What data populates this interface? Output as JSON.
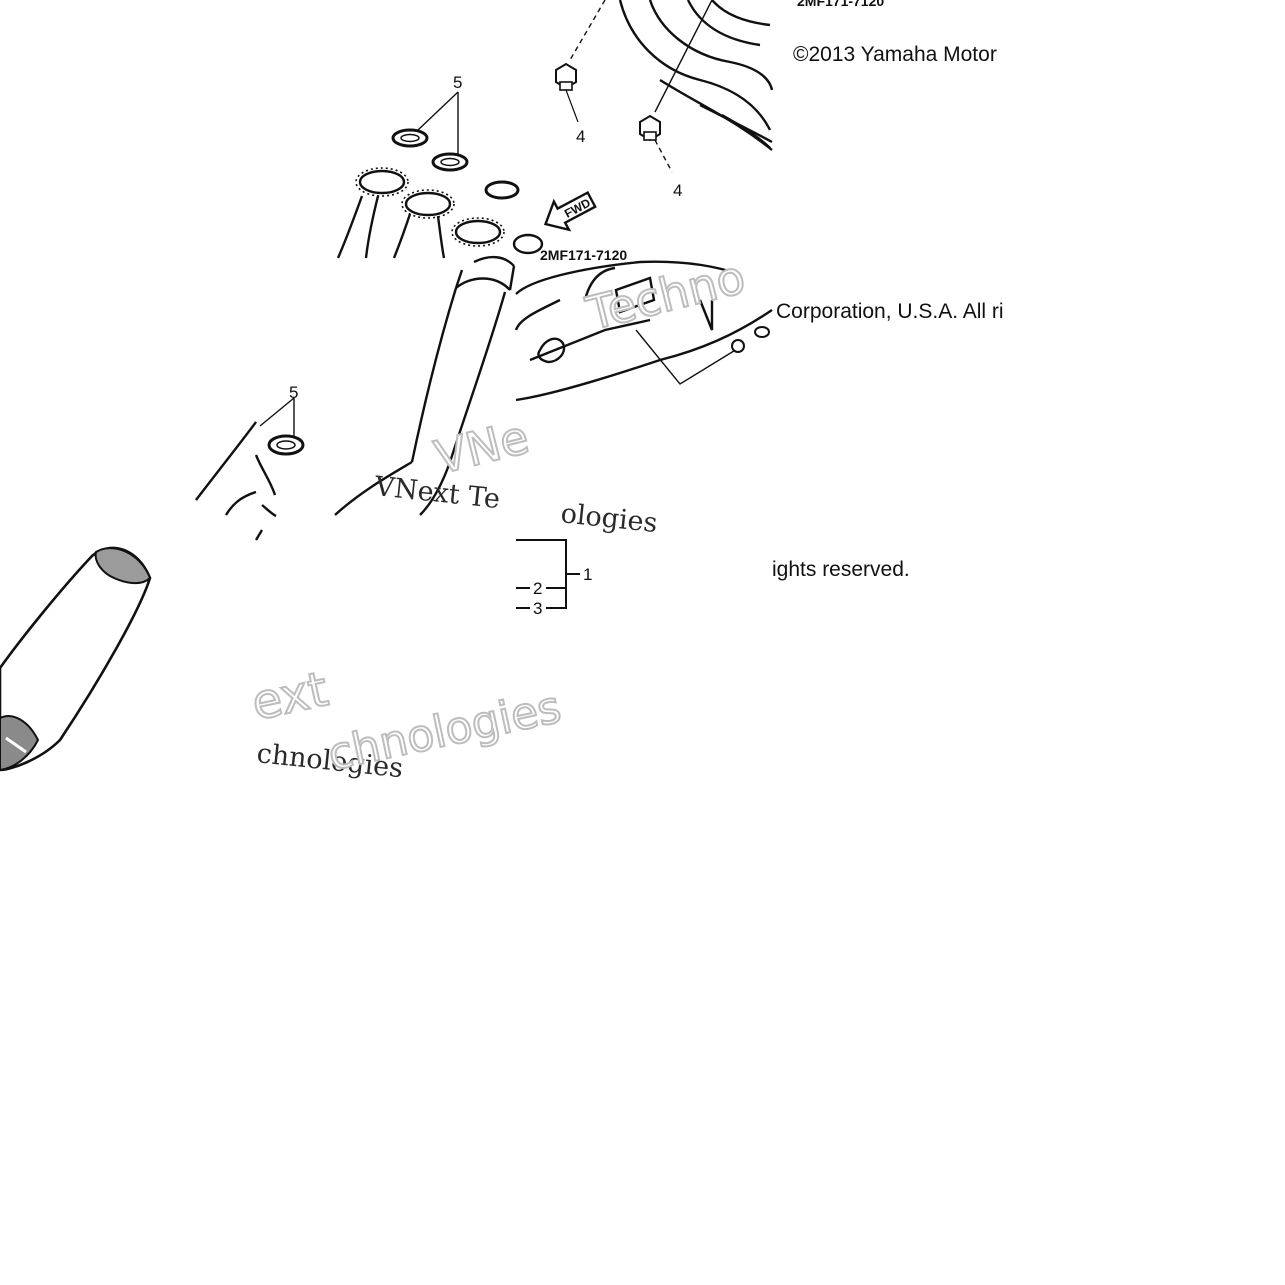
{
  "copyright": {
    "line1": "©2013 Yamaha Motor",
    "line2": "Corporation, U.S.A. All ri",
    "line3": "ights reserved."
  },
  "part_codes": {
    "top": "2MF171-7120",
    "middle": "2MF171-7120"
  },
  "callouts": {
    "c1": "1",
    "c2": "2",
    "c3": "3",
    "c4a": "4",
    "c4b": "4",
    "c5a": "5",
    "c5b": "5"
  },
  "arrow_label": "FWD",
  "watermark": {
    "a": "VNext Te",
    "b": "chnologies",
    "c": "ext",
    "d": "chnologies",
    "e": "Techno",
    "f": "VNe",
    "g": "ologies"
  },
  "colors": {
    "ink": "#111111",
    "paper": "#ffffff",
    "watermark_outline": "#bdbdbd"
  }
}
